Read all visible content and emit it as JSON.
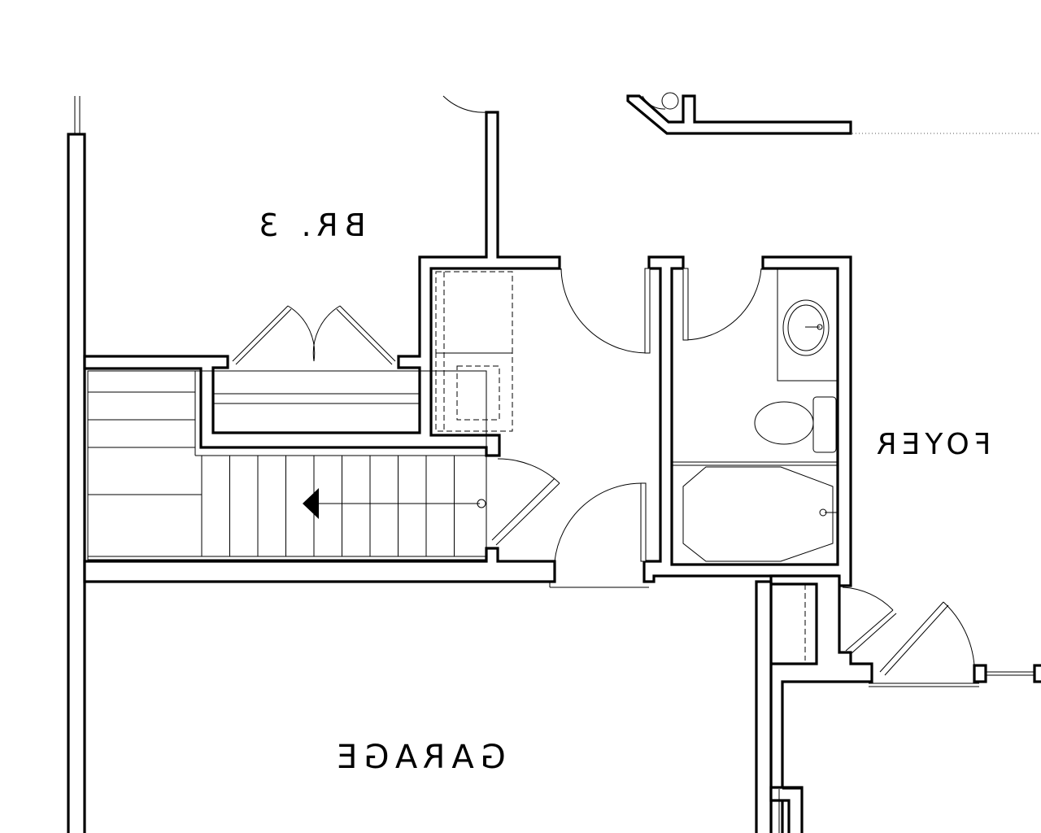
{
  "plan": {
    "rooms": [
      {
        "id": "br3",
        "label": "BR. 3"
      },
      {
        "id": "foyer",
        "label": "FOYER"
      },
      {
        "id": "garage",
        "label": "GARAGE"
      }
    ],
    "mirrored_text": true,
    "stair_direction": "left",
    "colors": {
      "ink": "#000000",
      "background": "#ffffff"
    }
  }
}
